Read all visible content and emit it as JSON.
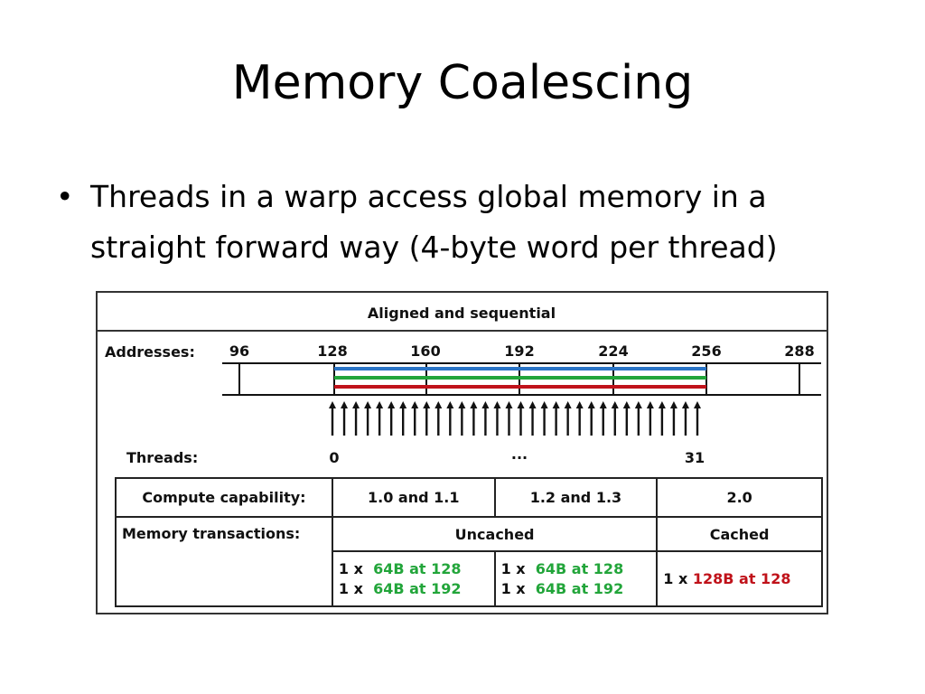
{
  "slide": {
    "title": "Memory Coalescing",
    "bullet": "Threads in a warp access global memory in a straight forward way (4-byte word per thread)"
  },
  "diagram": {
    "heading": "Aligned and sequential",
    "addresses_label": "Addresses:",
    "addresses": [
      "96",
      "128",
      "160",
      "192",
      "224",
      "256",
      "288"
    ],
    "threads_label": "Threads:",
    "thread_first": "0",
    "thread_ellipsis": "...",
    "thread_last": "31",
    "thread_arrow_count": 32,
    "line_colors": [
      "#2a74c6",
      "#22a53a",
      "#c0121a"
    ]
  },
  "table": {
    "row1_label": "Compute capability:",
    "cc_1": "1.0 and 1.1",
    "cc_2": "1.2 and 1.3",
    "cc_3": "2.0",
    "row2_label": "Memory transactions:",
    "uncached": "Uncached",
    "cached": "Cached",
    "tx_count": "1 x",
    "tx_64_128": "64B at 128",
    "tx_64_192": "64B at 192",
    "tx_128_128": "128B at 128"
  }
}
